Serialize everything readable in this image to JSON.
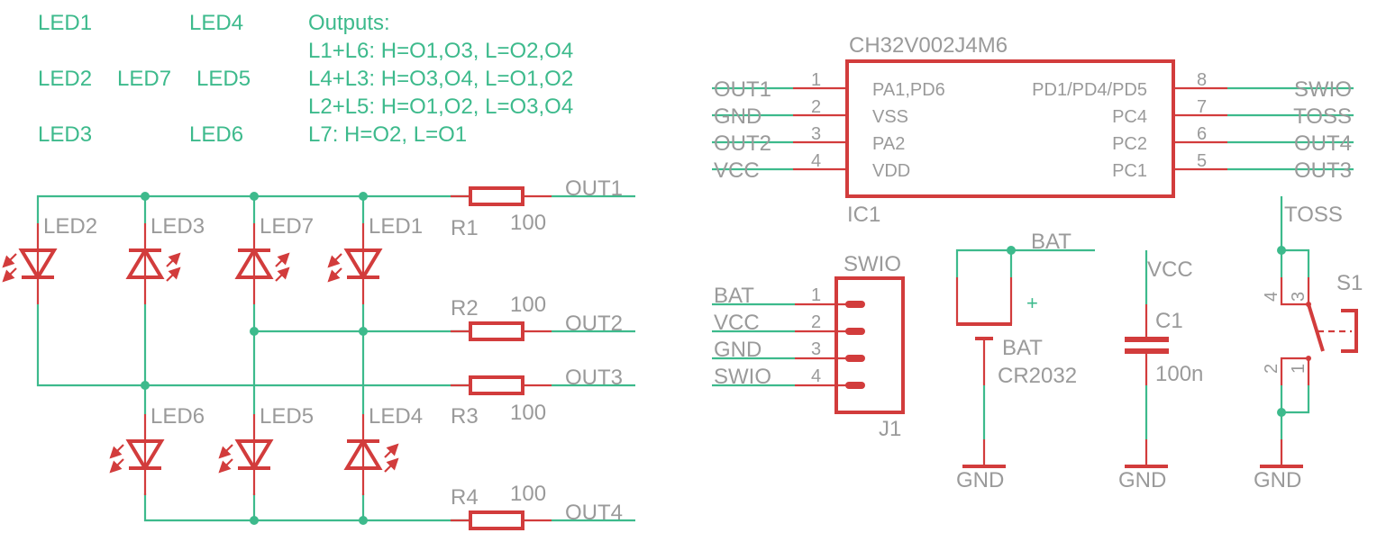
{
  "legend": {
    "leds": [
      "LED1",
      "LED4",
      "LED2",
      "LED7",
      "LED5",
      "LED3",
      "LED6"
    ],
    "outputs_title": "Outputs:",
    "outputs": [
      "L1+L6: H=O1,O3, L=O2,O4",
      "L4+L3: H=O3,O4, L=O1,O2",
      "L2+L5: H=O1,O2, L=O3,O4",
      "L7: H=O2, L=O1"
    ]
  },
  "led_matrix": {
    "leds": {
      "LED2": "LED2",
      "LED3": "LED3",
      "LED7": "LED7",
      "LED1": "LED1",
      "LED6": "LED6",
      "LED5": "LED5",
      "LED4": "LED4"
    },
    "resistors": [
      {
        "name": "R1",
        "value": "100",
        "net": "OUT1"
      },
      {
        "name": "R2",
        "value": "100",
        "net": "OUT2"
      },
      {
        "name": "R3",
        "value": "100",
        "net": "OUT3"
      },
      {
        "name": "R4",
        "value": "100",
        "net": "OUT4"
      }
    ]
  },
  "ic": {
    "part": "CH32V002J4M6",
    "ref": "IC1",
    "left_pins": [
      {
        "num": "1",
        "name": "PA1,PD6",
        "net": "OUT1"
      },
      {
        "num": "2",
        "name": "VSS",
        "net": "GND"
      },
      {
        "num": "3",
        "name": "PA2",
        "net": "OUT2"
      },
      {
        "num": "4",
        "name": "VDD",
        "net": "VCC"
      }
    ],
    "right_pins": [
      {
        "num": "8",
        "name": "PD1/PD4/PD5",
        "net": "SWIO"
      },
      {
        "num": "7",
        "name": "PC4",
        "net": "TOSS"
      },
      {
        "num": "6",
        "name": "PC2",
        "net": "OUT4"
      },
      {
        "num": "5",
        "name": "PC1",
        "net": "OUT3"
      }
    ]
  },
  "connector": {
    "value": "SWIO",
    "ref": "J1",
    "pins": [
      {
        "num": "1",
        "net": "BAT"
      },
      {
        "num": "2",
        "net": "VCC"
      },
      {
        "num": "3",
        "net": "GND"
      },
      {
        "num": "4",
        "net": "SWIO"
      }
    ]
  },
  "battery": {
    "net": "BAT",
    "ref": "BAT",
    "value": "CR2032",
    "plus": "+",
    "gnd": "GND"
  },
  "capacitor": {
    "net": "VCC",
    "ref": "C1",
    "value": "100n",
    "gnd": "GND"
  },
  "switch": {
    "net": "TOSS",
    "ref": "S1",
    "pins": [
      "4",
      "3",
      "2",
      "1"
    ],
    "gnd": "GND"
  }
}
